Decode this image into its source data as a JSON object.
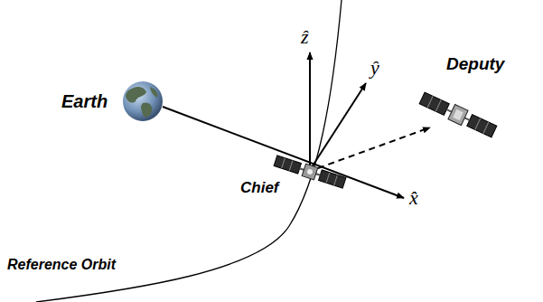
{
  "diagram": {
    "labels": [
      "Earth",
      "Deputy",
      "ẑ",
      "ŷ",
      "Chief",
      "x̂",
      "Reference Orbit"
    ]
  }
}
